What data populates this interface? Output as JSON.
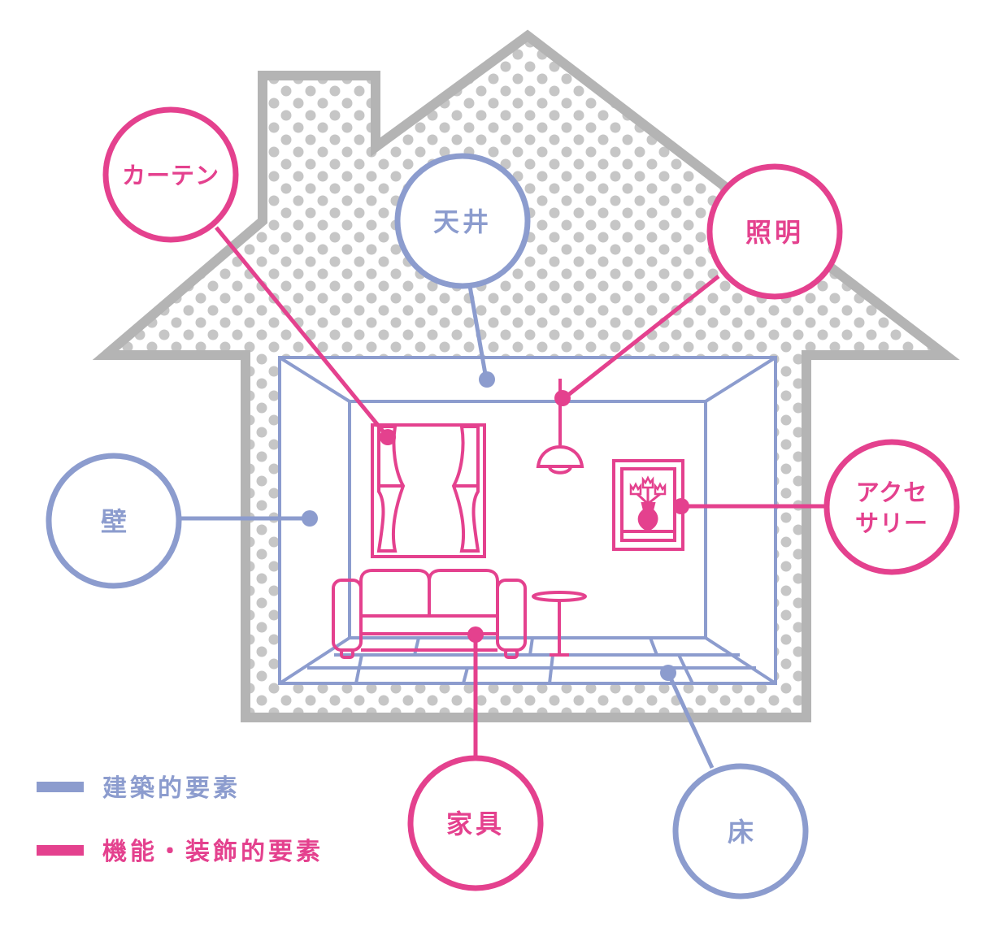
{
  "colors": {
    "architectural": "#8c9cce",
    "decorative": "#e4418e",
    "house_outline": "#b4b4b4",
    "dots": "#c6c6c6"
  },
  "labels": {
    "curtain": "カーテン",
    "ceiling": "天井",
    "lighting": "照明",
    "wall": "壁",
    "accessory_line1": "アクセ",
    "accessory_line2": "サリー",
    "furniture": "家具",
    "floor": "床"
  },
  "legend": {
    "architectural": "建築的要素",
    "decorative": "機能・装飾的要素"
  }
}
